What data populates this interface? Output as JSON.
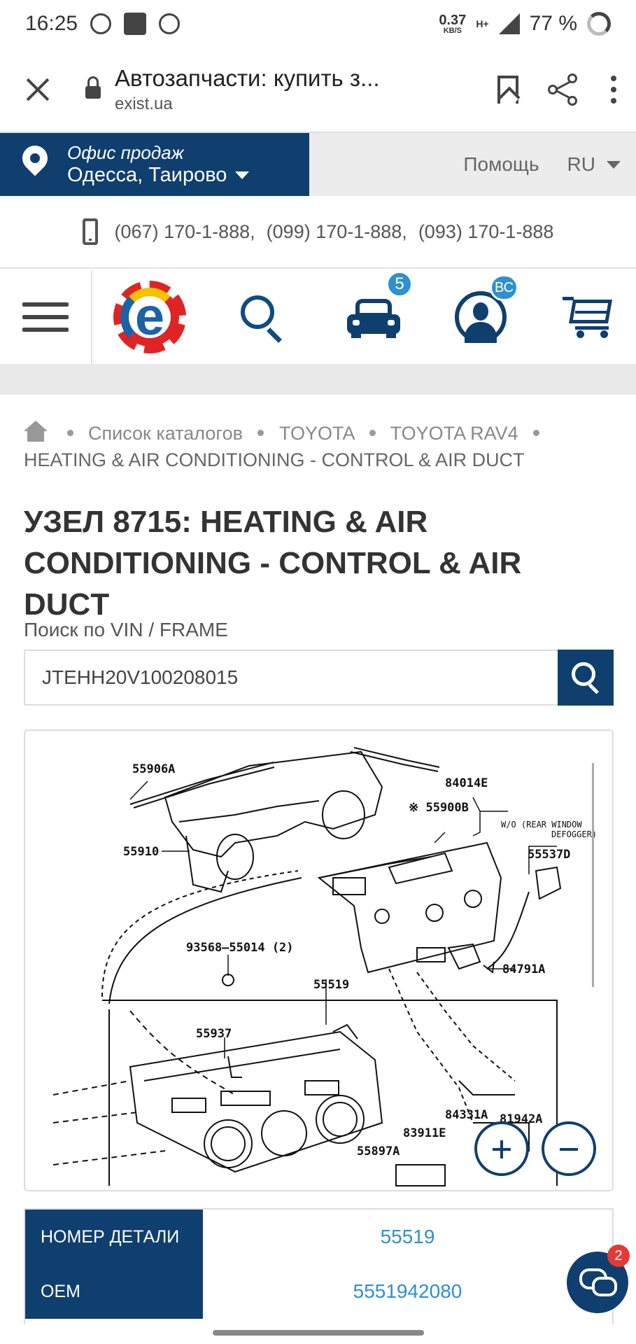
{
  "status_bar": {
    "time": "16:25",
    "net_speed": "0.37",
    "net_unit": "KB/S",
    "network_type": "H+",
    "battery": "77 %"
  },
  "browser": {
    "page_title": "Автозапчасти: купить з...",
    "host": "exist.ua"
  },
  "office": {
    "label": "Офис продаж",
    "city": "Одесса, Таирово",
    "help": "Помощь",
    "lang": "RU"
  },
  "phones": [
    "(067) 170-1-888,",
    "(099) 170-1-888,",
    "(093) 170-1-888"
  ],
  "nav": {
    "garage_count": "5",
    "user_initials": "ВС"
  },
  "breadcrumb": {
    "items": [
      "Список каталогов",
      "TOYOTA",
      "TOYOTA RAV4"
    ],
    "current": "HEATING & AIR CONDITIONING - CONTROL & AIR DUCT"
  },
  "title": "УЗЕЛ 8715: HEATING & AIR CONDITIONING - CONTROL & AIR DUCT",
  "vin": {
    "label": "Поиск по VIN / FRAME",
    "value": "JTEHH20V100208015"
  },
  "diagram": {
    "callouts": [
      "55906A",
      "84014E",
      "※ 55900B",
      "W/O (REAR WINDOW",
      "DEFOGGER)",
      "55537D",
      "55910",
      "93568—55014 (2)",
      "55519",
      "84791A",
      "55937",
      "84331A",
      "81942A",
      "83911E",
      "55897A"
    ]
  },
  "parts": [
    {
      "label": "НОМЕР ДЕТАЛИ",
      "value": "55519"
    },
    {
      "label": "OEM",
      "value": "5551942080"
    }
  ],
  "chat": {
    "unread": "2"
  },
  "colors": {
    "brand": "#0f3f6e",
    "link": "#2f8fd0",
    "badge": "#e53935"
  }
}
